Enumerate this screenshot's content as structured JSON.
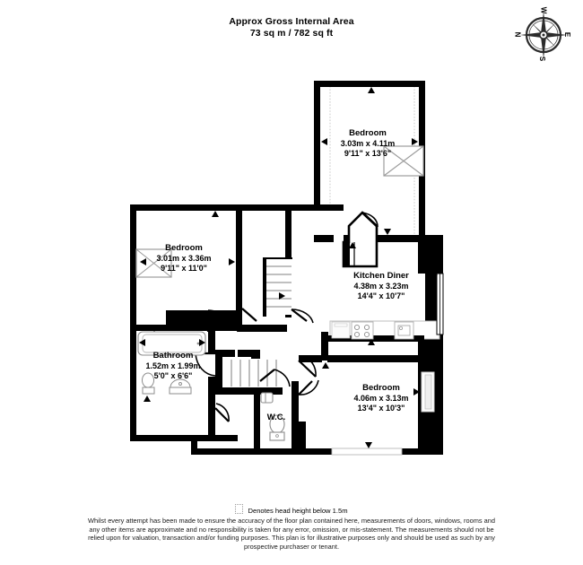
{
  "header": {
    "line1": "Approx Gross Internal Area",
    "line2": "73 sq m / 782 sq ft"
  },
  "compass": {
    "north": "N",
    "east": "E",
    "south": "S",
    "west": "W"
  },
  "rooms": [
    {
      "id": "bedroom-top",
      "name": "Bedroom",
      "metric": "3.03m x 4.11m",
      "imperial": "9'11\" x 13'6\""
    },
    {
      "id": "bedroom-left",
      "name": "Bedroom",
      "metric": "3.01m x 3.36m",
      "imperial": "9'11\" x 11'0\""
    },
    {
      "id": "kitchen-diner",
      "name": "Kitchen Diner",
      "metric": "4.38m x 3.23m",
      "imperial": "14'4\" x 10'7\""
    },
    {
      "id": "bedroom-bottom",
      "name": "Bedroom",
      "metric": "4.06m x 3.13m",
      "imperial": "13'4\" x 10'3\""
    },
    {
      "id": "bathroom",
      "name": "Bathroom",
      "metric": "1.52m x 1.99m",
      "imperial": "5'0\" x 6'6\""
    },
    {
      "id": "wc",
      "name": "W.C.",
      "metric": "",
      "imperial": ""
    }
  ],
  "legend": {
    "head_height_note": "Denotes head height below 1.5m"
  },
  "disclaimer": {
    "text": "Whilst every attempt has been made to ensure the accuracy of the floor plan contained here, measurements of doors, windows, rooms and any other items are approximate and no responsibility is taken for any error, omission, or mis-statement. The measurements should not be relied upon for valuation, transaction and/or funding purposes. This plan is for illustrative purposes only and should be used as such by any prospective purchaser or tenant."
  },
  "colors": {
    "wall": "#000000",
    "background": "#ffffff",
    "fixture_outline": "#b4b4b4",
    "head_height_dash": "#c8c8c8"
  }
}
